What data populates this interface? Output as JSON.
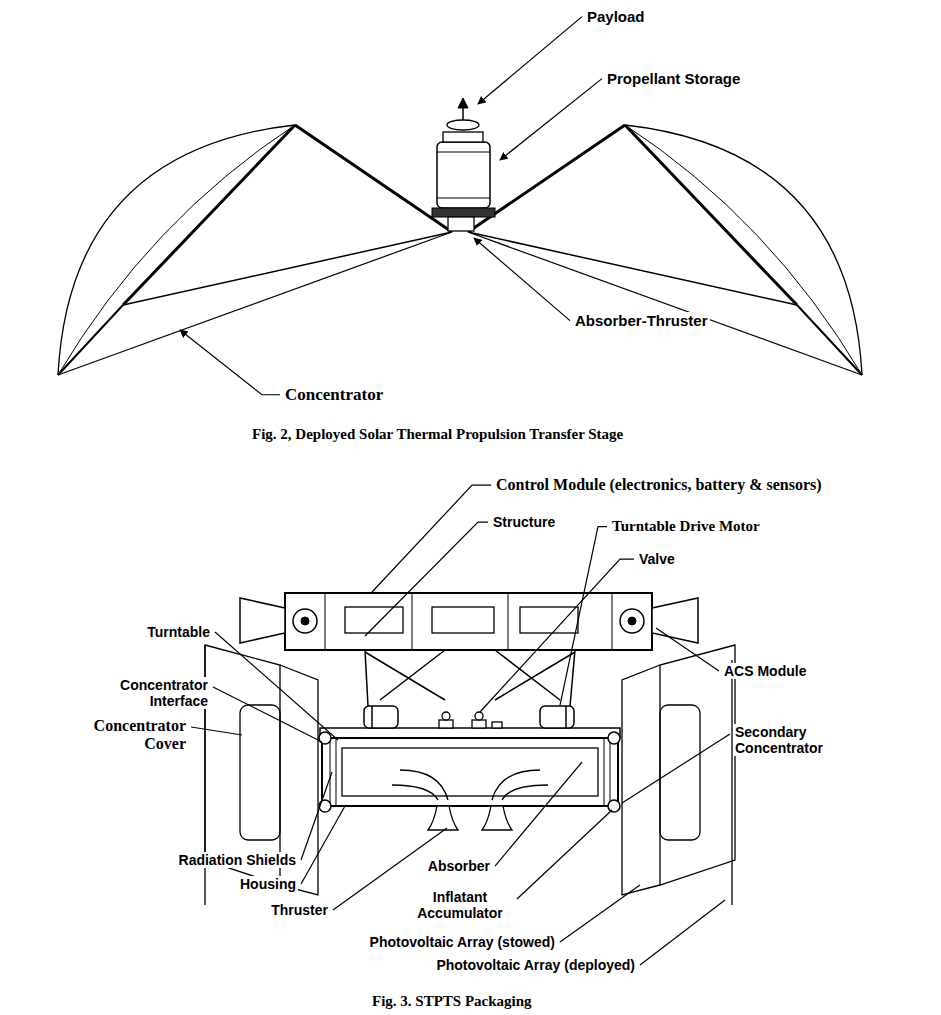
{
  "diagram": {
    "labels": [
      "Payload",
      "Propellant Storage",
      "Absorber-Thruster",
      "Concentrator",
      "Fig. 2, Deployed Solar Thermal Propulsion Transfer Stage",
      "Control Module (electronics, battery & sensors)",
      "Structure",
      "Turntable Drive Motor",
      "Valve",
      "ACS Module",
      "Turntable",
      "Concentrator Interface",
      "Concentrator Cover",
      "Secondary Concentrator",
      "Radiation Shields",
      "Housing",
      "Thruster",
      "Absorber",
      "Inflatant Accumulator",
      "Photovoltaic Array (stowed)",
      "Photovoltaic Array (deployed)",
      "Fig. 3. STPTS Packaging"
    ]
  }
}
